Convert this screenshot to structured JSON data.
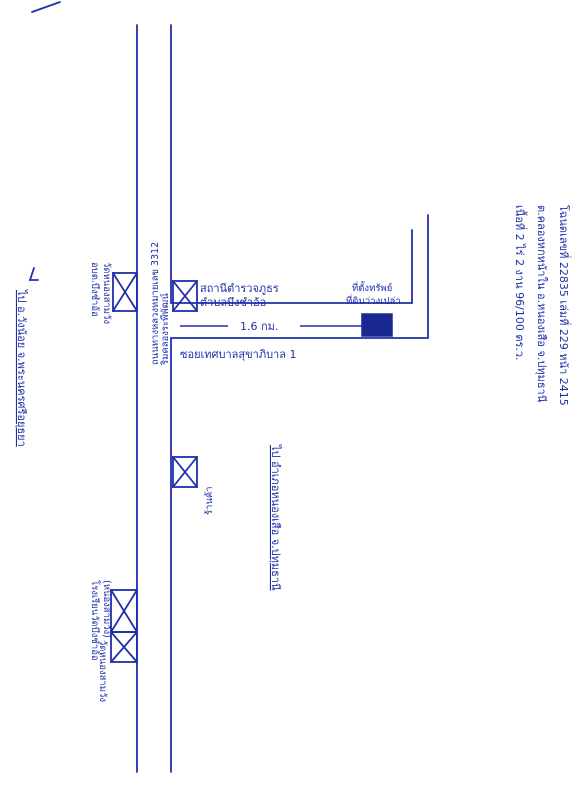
{
  "map": {
    "ink_color": "#1f2fa8",
    "labels": {
      "deed_info": [
        "โฉนดเลขที่ 22835 เล่มที่ 229 หน้า 2415",
        "ต.คลองหกหน้าใน อ.หนองเสือ จ.ปทุมธานี",
        "เนื้อที่ 2 ไร่ 2 งาน 96/100 ตร.ว."
      ],
      "highway": "ถนนทางหลวงหมายเลข 3312",
      "canal_side": "ริมคลองระพีพัฒน์",
      "left_town": "ไป อ.วังน้อย จ.พระนครศรีอยุธยา",
      "right_town": "ไป อำเภอหนองเสือ จ.ปทุมธานี",
      "sub_district_office": "สถานีตำรวจภูธร",
      "sub_district_office_2": "ตำบลบึงชำอ้อ",
      "soi": "ซอยเทศบาลสุขาภิบาล 1",
      "distance": "1.6 กม.",
      "property": "ที่ตั้งทรัพย์",
      "property_2": "ที่ดินว่างเปล่า",
      "landmark_left_1": "อบต.บึงชำอ้อ",
      "landmark_left_2": "โรงเรียนวัดบึงชำอ้อ",
      "landmark_left_3": "(หนองสามวัง)",
      "landmark_left_4": "วัดหนองสามวัง",
      "landmark_right": "ร้านค้า"
    }
  }
}
